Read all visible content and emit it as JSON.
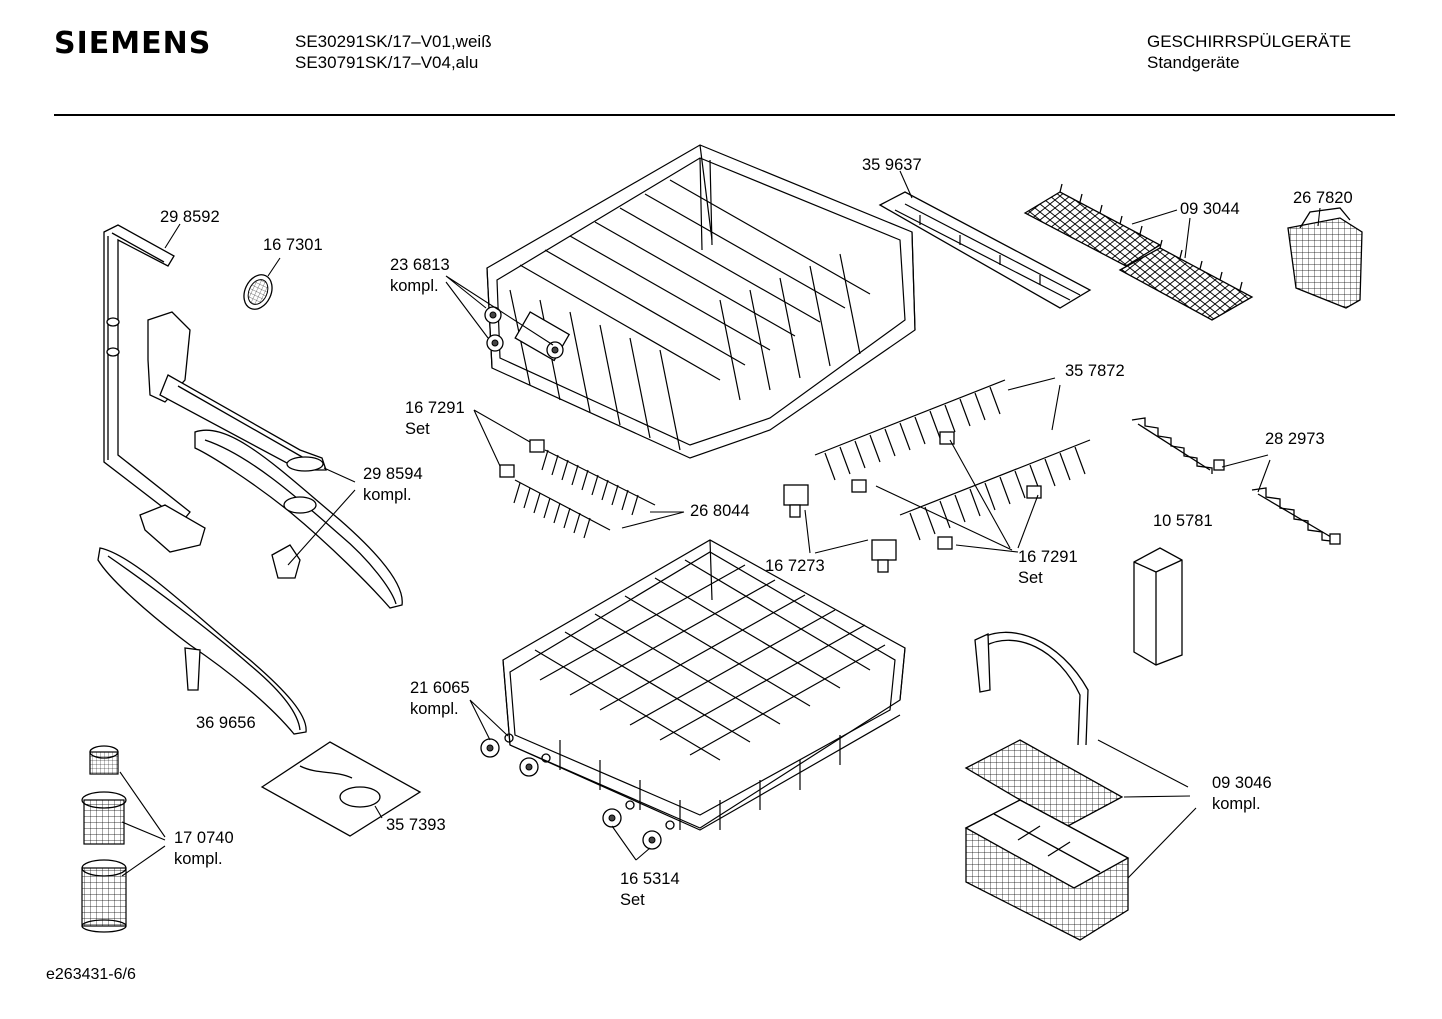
{
  "header": {
    "brand": "SIEMENS",
    "model_line_1": "SE30291SK/17–V01,weiß",
    "model_line_2": "SE30791SK/17–V04,alu",
    "category_line_1": "GESCHIRRSPÜLGERÄTE",
    "category_line_2": "Standgeräte"
  },
  "footer": {
    "drawing_id": "e263431-6/6"
  },
  "parts": {
    "p298592": {
      "number": "29 8592"
    },
    "p167301": {
      "number": "16 7301"
    },
    "p236813": {
      "number": "23 6813",
      "note": "kompl."
    },
    "p359637": {
      "number": "35 9637"
    },
    "p093044": {
      "number": "09 3044"
    },
    "p267820": {
      "number": "26 7820"
    },
    "p357872": {
      "number": "35 7872"
    },
    "p167291a": {
      "number": "16 7291",
      "note": "Set"
    },
    "p298594": {
      "number": "29 8594",
      "note": "kompl."
    },
    "p268044": {
      "number": "26 8044"
    },
    "p282973": {
      "number": "28 2973"
    },
    "p105781": {
      "number": "10 5781"
    },
    "p167273": {
      "number": "16 7273"
    },
    "p167291b": {
      "number": "16 7291",
      "note": "Set"
    },
    "p216065": {
      "number": "21 6065",
      "note": "kompl."
    },
    "p369656": {
      "number": "36 9656"
    },
    "p093046": {
      "number": "09 3046",
      "note": "kompl."
    },
    "p357393": {
      "number": "35 7393"
    },
    "p170740": {
      "number": "17 0740",
      "note": "kompl."
    },
    "p165314": {
      "number": "16 5314",
      "note": "Set"
    }
  }
}
